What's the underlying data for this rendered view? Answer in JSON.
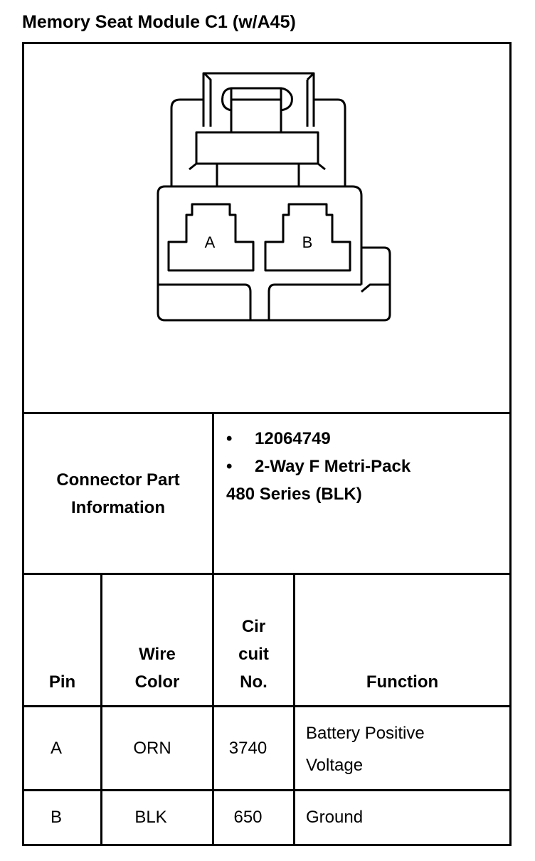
{
  "title": "Memory Seat Module C1 (w/A45)",
  "connector": {
    "pin_labels": [
      "A",
      "B"
    ]
  },
  "part_info": {
    "label_line1": "Connector Part",
    "label_line2": "Information",
    "bullet_symbol": "•",
    "part_number": "12064749",
    "description_line1": "2-Way F Metri-Pack",
    "description_line2": "480 Series (BLK)"
  },
  "pin_table": {
    "headers": {
      "pin": "Pin",
      "wire_color_line1": "Wire",
      "wire_color_line2": "Color",
      "circuit_line1": "Cir",
      "circuit_line2": "cuit",
      "circuit_line3": "No.",
      "function": "Function"
    },
    "rows": [
      {
        "pin": "A",
        "wire_color": "ORN",
        "circuit": "3740",
        "function_line1": "Battery Positive",
        "function_line2": "Voltage"
      },
      {
        "pin": "B",
        "wire_color": "BLK",
        "circuit": "650",
        "function_line1": "Ground",
        "function_line2": ""
      }
    ]
  }
}
